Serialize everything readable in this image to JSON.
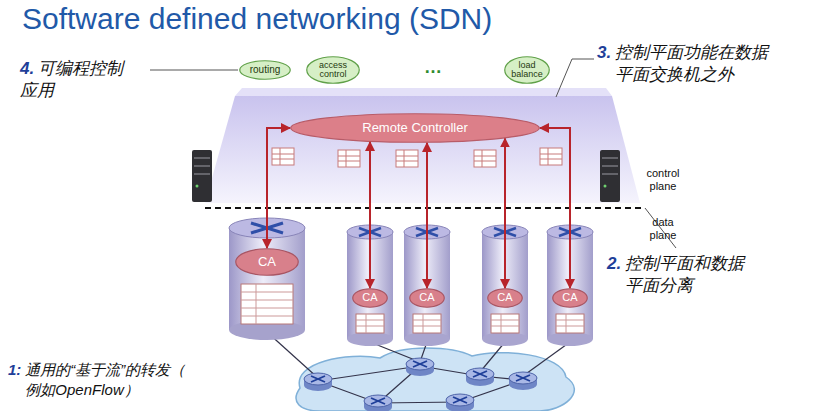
{
  "diagram": {
    "title": "Software defined networking (SDN)",
    "nodes": [
      {
        "text": [
          "routing"
        ]
      },
      {
        "text": [
          "access control"
        ]
      },
      {
        "text": [
          "load balance"
        ]
      },
      {
        "text": [
          "Remote Controller"
        ]
      },
      {
        "text": [
          "CA"
        ]
      },
      {
        "text": [
          "CA"
        ]
      },
      {
        "text": [
          "CA"
        ]
      },
      {
        "text": [
          "CA"
        ]
      },
      {
        "text": [
          "CA"
        ]
      }
    ],
    "edges": [
      {
        "from": 3,
        "to": 4,
        "arrow": "both"
      },
      {
        "from": 3,
        "to": 5,
        "arrow": "both"
      },
      {
        "from": 3,
        "to": 6,
        "arrow": "both"
      },
      {
        "from": 3,
        "to": 7,
        "arrow": "both"
      },
      {
        "from": 3,
        "to": 8,
        "arrow": "both"
      }
    ],
    "labels": [
      "4.",
      "可编程控制 应用",
      "…",
      "3.",
      "控制平面功能在数据 平面交换机之外",
      "control plane",
      "data plane",
      "2.",
      "控制平面和数据 平面分离",
      "1:",
      "通用的“基于流”的转发（ 例如OpenFlow）"
    ]
  }
}
